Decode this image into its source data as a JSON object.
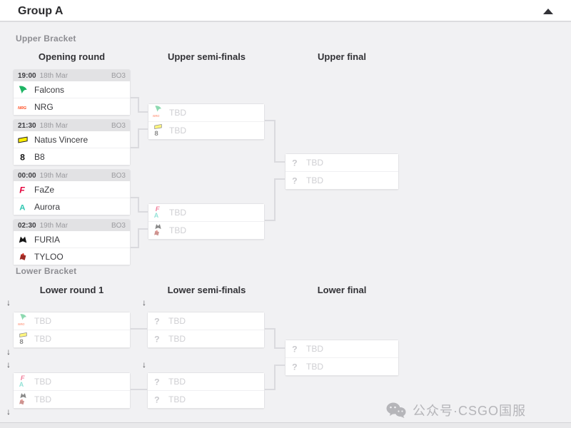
{
  "panel": {
    "title": "Group A"
  },
  "icons": {
    "drop_arrow": "↓"
  },
  "upper_bracket": {
    "label": "Upper Bracket",
    "columns": [
      "Opening round",
      "Upper semi-finals",
      "Upper final"
    ],
    "opening_round": [
      {
        "time": "19:00",
        "date": "18th Mar",
        "format": "BO3",
        "slots": [
          {
            "name": "Falcons",
            "icons": [
              "falcons-icon"
            ]
          },
          {
            "name": "NRG",
            "icons": [
              "nrg-icon"
            ]
          }
        ]
      },
      {
        "time": "21:30",
        "date": "18th Mar",
        "format": "BO3",
        "slots": [
          {
            "name": "Natus Vincere",
            "icons": [
              "navi-icon"
            ]
          },
          {
            "name": "B8",
            "icons": [
              "b8-icon"
            ]
          }
        ]
      },
      {
        "time": "00:00",
        "date": "19th Mar",
        "format": "BO3",
        "slots": [
          {
            "name": "FaZe",
            "icons": [
              "faze-icon"
            ]
          },
          {
            "name": "Aurora",
            "icons": [
              "aurora-icon"
            ]
          }
        ]
      },
      {
        "time": "02:30",
        "date": "19th Mar",
        "format": "BO3",
        "slots": [
          {
            "name": "FURIA",
            "icons": [
              "furia-icon"
            ]
          },
          {
            "name": "TYLOO",
            "icons": [
              "tyloo-icon"
            ]
          }
        ]
      }
    ],
    "semi_finals": [
      {
        "slots": [
          {
            "name": "TBD",
            "icons": [
              "falcons-icon",
              "nrg-icon"
            ],
            "faded": true
          },
          {
            "name": "TBD",
            "icons": [
              "navi-icon",
              "b8-icon"
            ],
            "faded": true
          }
        ]
      },
      {
        "slots": [
          {
            "name": "TBD",
            "icons": [
              "faze-icon",
              "aurora-icon"
            ],
            "faded": true
          },
          {
            "name": "TBD",
            "icons": [
              "furia-icon",
              "tyloo-icon"
            ],
            "faded": true
          }
        ]
      }
    ],
    "final": [
      {
        "slots": [
          {
            "name": "TBD",
            "icons": [
              "question-icon"
            ]
          },
          {
            "name": "TBD",
            "icons": [
              "question-icon"
            ]
          }
        ]
      }
    ]
  },
  "lower_bracket": {
    "label": "Lower Bracket",
    "columns": [
      "Lower round 1",
      "Lower semi-finals",
      "Lower final"
    ],
    "round_1": [
      {
        "slots": [
          {
            "name": "TBD",
            "icons": [
              "falcons-icon",
              "nrg-icon"
            ],
            "faded": true
          },
          {
            "name": "TBD",
            "icons": [
              "navi-icon",
              "b8-icon"
            ],
            "faded": true
          }
        ]
      },
      {
        "slots": [
          {
            "name": "TBD",
            "icons": [
              "faze-icon",
              "aurora-icon"
            ],
            "faded": true
          },
          {
            "name": "TBD",
            "icons": [
              "furia-icon",
              "tyloo-icon"
            ],
            "faded": true
          }
        ]
      }
    ],
    "semi_finals": [
      {
        "slots": [
          {
            "name": "TBD",
            "icons": [
              "question-icon"
            ]
          },
          {
            "name": "TBD",
            "icons": [
              "question-icon"
            ]
          }
        ]
      },
      {
        "slots": [
          {
            "name": "TBD",
            "icons": [
              "question-icon"
            ]
          },
          {
            "name": "TBD",
            "icons": [
              "question-icon"
            ]
          }
        ]
      }
    ],
    "final": [
      {
        "slots": [
          {
            "name": "TBD",
            "icons": [
              "question-icon"
            ]
          },
          {
            "name": "TBD",
            "icons": [
              "question-icon"
            ]
          }
        ]
      }
    ]
  },
  "watermark": {
    "text": "公众号·CSGO国服"
  },
  "colors": {
    "falcons": "#1db463",
    "nrg": "#ff4b1f",
    "navi": "#ffee00",
    "b8": "#141414",
    "faze": "#e4033c",
    "aurora": "#2cc6b0",
    "furia": "#161616",
    "tyloo": "#9e2b25",
    "tbd_text": "#cfcfd3",
    "wire": "#dadade"
  }
}
